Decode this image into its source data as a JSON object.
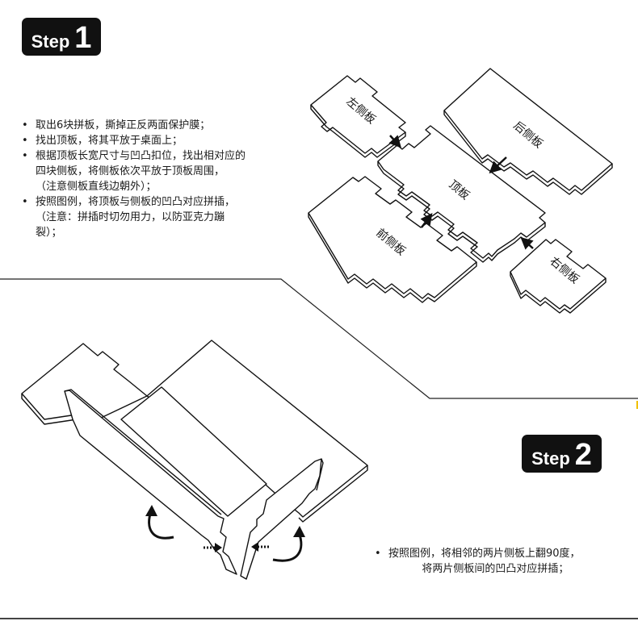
{
  "step1": {
    "badge_word": "Step",
    "badge_number": "1",
    "instructions": [
      "取出6块拼板，撕掉正反两面保护膜；",
      "找出顶板，将其平放于桌面上；",
      "根据顶板长宽尺寸与凹凸扣位，找出相对应的\n四块侧板，将侧板依次平放于顶板周围，\n（注意侧板直线边朝外）；",
      "按照图例，将顶板与侧板的凹凸对应拼插，\n（注意：拼插时切勿用力，以防亚克力蹦\n裂）；"
    ],
    "panel_labels": {
      "left": "左侧板",
      "back": "后侧板",
      "top": "顶板",
      "front": "前侧板",
      "right": "右侧板"
    }
  },
  "step2": {
    "badge_word": "Step",
    "badge_number": "2",
    "instructions": [
      "按照图例，将相邻的两片侧板上翻90度，\n          将两片侧板间的凹凸对应拼插；"
    ]
  },
  "colors": {
    "ink": "#111111",
    "background": "#ffffff",
    "accent_mark": "#f0c000"
  }
}
